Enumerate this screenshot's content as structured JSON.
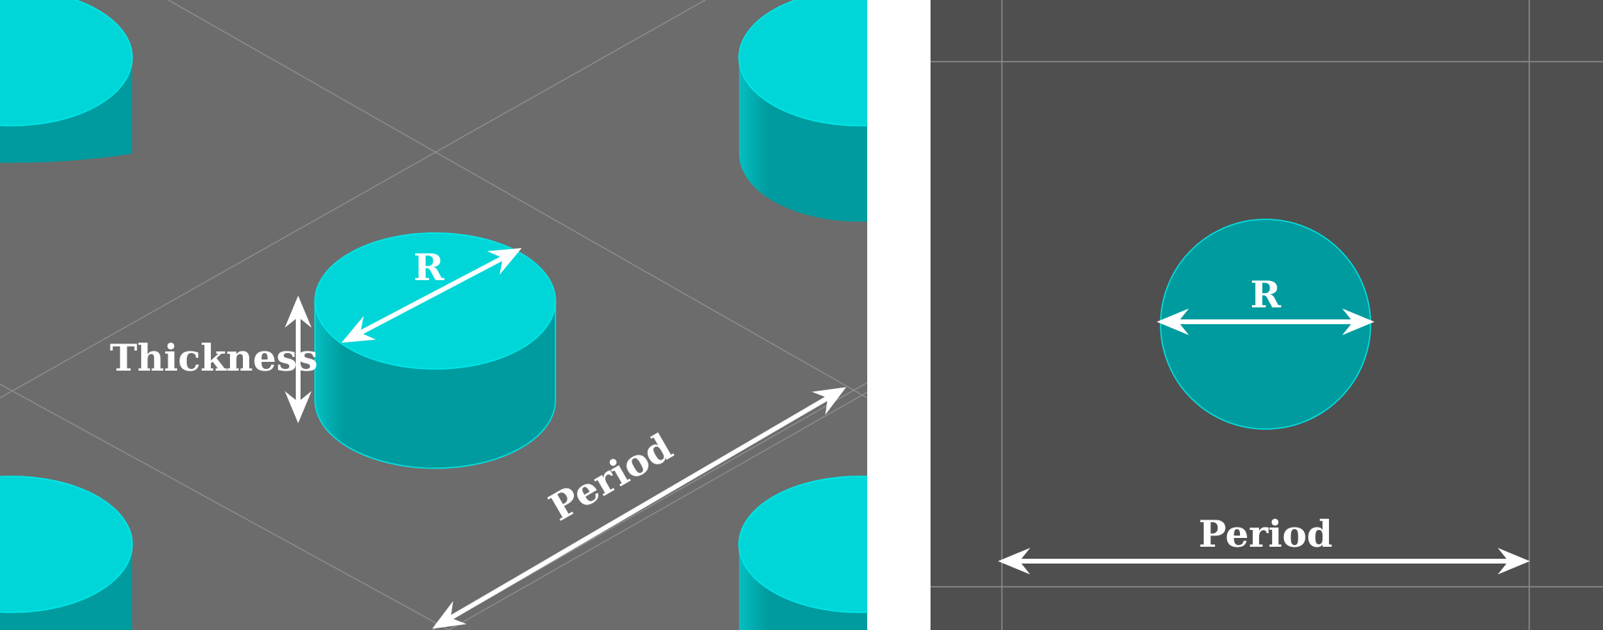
{
  "left_panel": {
    "label_r": "R",
    "label_thickness": "Thickness",
    "label_period": "Period"
  },
  "right_panel": {
    "label_r": "R",
    "label_period": "Period"
  },
  "colors": {
    "background_left": "#6c6c6c",
    "background_right": "#4f4f4f",
    "cylinder_top": "#00d6d8",
    "cylinder_side": "#009b9e",
    "disk_fill": "#009b9e",
    "disk_edge": "#00e2e4",
    "grid_line": "#9a9a9a",
    "annotation": "#ffffff"
  }
}
